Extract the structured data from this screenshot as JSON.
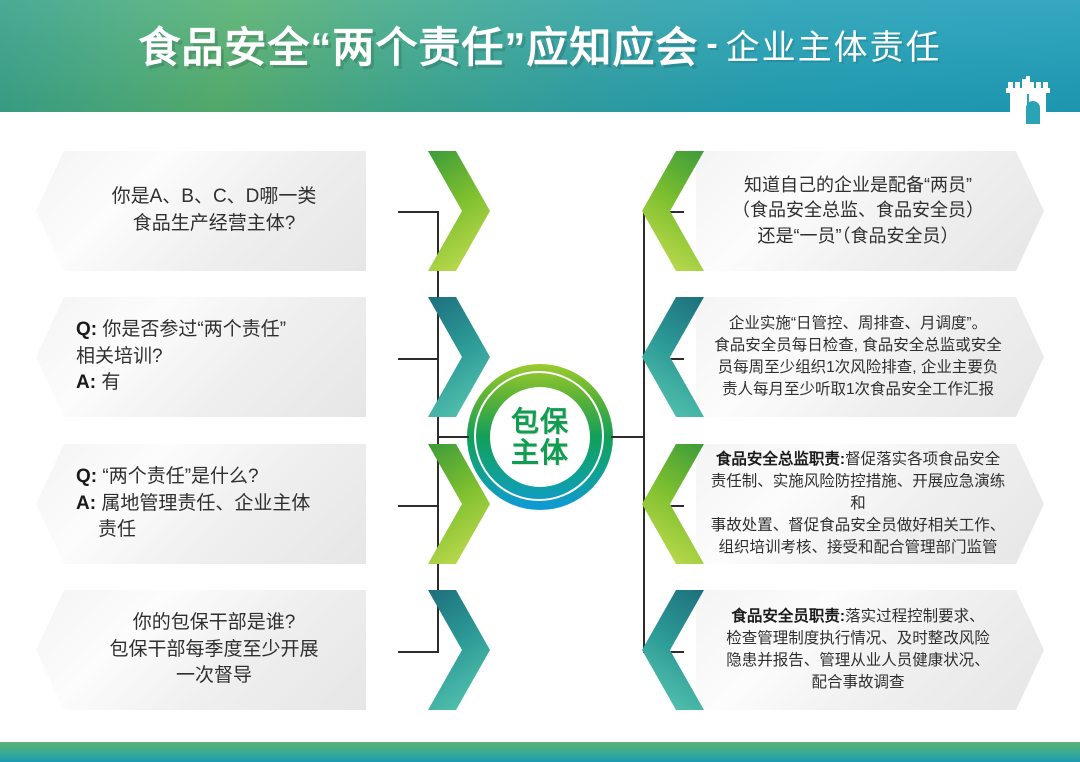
{
  "header": {
    "title_main": "食品安全“两个责任”应知应会",
    "dash": "-",
    "title_sub": "企业主体责任",
    "logo_icon": "city-gate-tower-icon"
  },
  "center": {
    "line1": "包保",
    "line2": "主体",
    "ring_colors": [
      "#9ccb2e",
      "#12a05a",
      "#0f9ad8"
    ],
    "text_color": "#0f9d4f"
  },
  "colors": {
    "green_arrow_dark": "#3c9b3a",
    "green_arrow_light": "#a5cd3a",
    "teal_arrow_dark": "#1d6f7d",
    "teal_arrow_light": "#3bb6a6",
    "header_green": "#45ab80",
    "header_teal": "#1e9db9",
    "card_bg": "#f2f2f2",
    "connector": "#2c2c2c"
  },
  "left_items": [
    {
      "id": "left-item-1",
      "arrow_color": "green",
      "align": "center",
      "size": "t-19",
      "lines": [
        {
          "text": "你是A、B、C、D哪一类"
        },
        {
          "text": "食品生产经营主体?"
        }
      ]
    },
    {
      "id": "left-item-2",
      "arrow_color": "teal",
      "align": "left",
      "size": "t-19",
      "lines": [
        {
          "bold": "Q:",
          "text": " 你是否参过“两个责任”"
        },
        {
          "text": "相关培训?"
        },
        {
          "bold": "A:",
          "text": " 有"
        }
      ]
    },
    {
      "id": "left-item-3",
      "arrow_color": "green",
      "align": "left",
      "size": "t-19",
      "lines": [
        {
          "bold": "Q:",
          "text": " “两个责任”是什么?"
        },
        {
          "bold": "A:",
          "text": " 属地管理责任、企业主体"
        },
        {
          "indent": true,
          "text": "责任"
        }
      ]
    },
    {
      "id": "left-item-4",
      "arrow_color": "teal",
      "align": "center",
      "size": "t-19",
      "lines": [
        {
          "text": "你的包保干部是谁?"
        },
        {
          "text": "包保干部每季度至少开展"
        },
        {
          "text": "一次督导"
        }
      ]
    }
  ],
  "right_items": [
    {
      "id": "right-item-1",
      "arrow_color": "green",
      "align": "center",
      "size": "t-18",
      "lines": [
        {
          "text": "知道自己的企业是配备“两员”"
        },
        {
          "text": "（食品安全总监、食品安全员）"
        },
        {
          "text": "还是“一员”（食品安全员）"
        }
      ]
    },
    {
      "id": "right-item-2",
      "arrow_color": "teal",
      "align": "center",
      "size": "t-155",
      "lines": [
        {
          "text": "企业实施“日管控、周排查、月调度”。"
        },
        {
          "text": "食品安全员每日检查, 食品安全总监或安全"
        },
        {
          "text": "员每周至少组织1次风险排查, 企业主要负"
        },
        {
          "text": "责人每月至少听取1次食品安全工作汇报"
        }
      ]
    },
    {
      "id": "right-item-3",
      "arrow_color": "green",
      "align": "center",
      "size": "t-155",
      "lines": [
        {
          "bold": "食品安全总监职责:",
          "text": "督促落实各项食品安全"
        },
        {
          "text": "责任制、实施风险防控措施、开展应急演练和"
        },
        {
          "text": "事故处置、督促食品安全员做好相关工作、"
        },
        {
          "text": "组织培训考核、接受和配合管理部门监管"
        }
      ]
    },
    {
      "id": "right-item-4",
      "arrow_color": "teal",
      "align": "center",
      "size": "t-155",
      "lines": [
        {
          "bold": "食品安全员职责:",
          "text": "落实过程控制要求、"
        },
        {
          "text": "检查管理制度执行情况、及时整改风险"
        },
        {
          "text": "隐患并报告、管理从业人员健康状况、"
        },
        {
          "text": "配合事故调查"
        }
      ]
    }
  ]
}
